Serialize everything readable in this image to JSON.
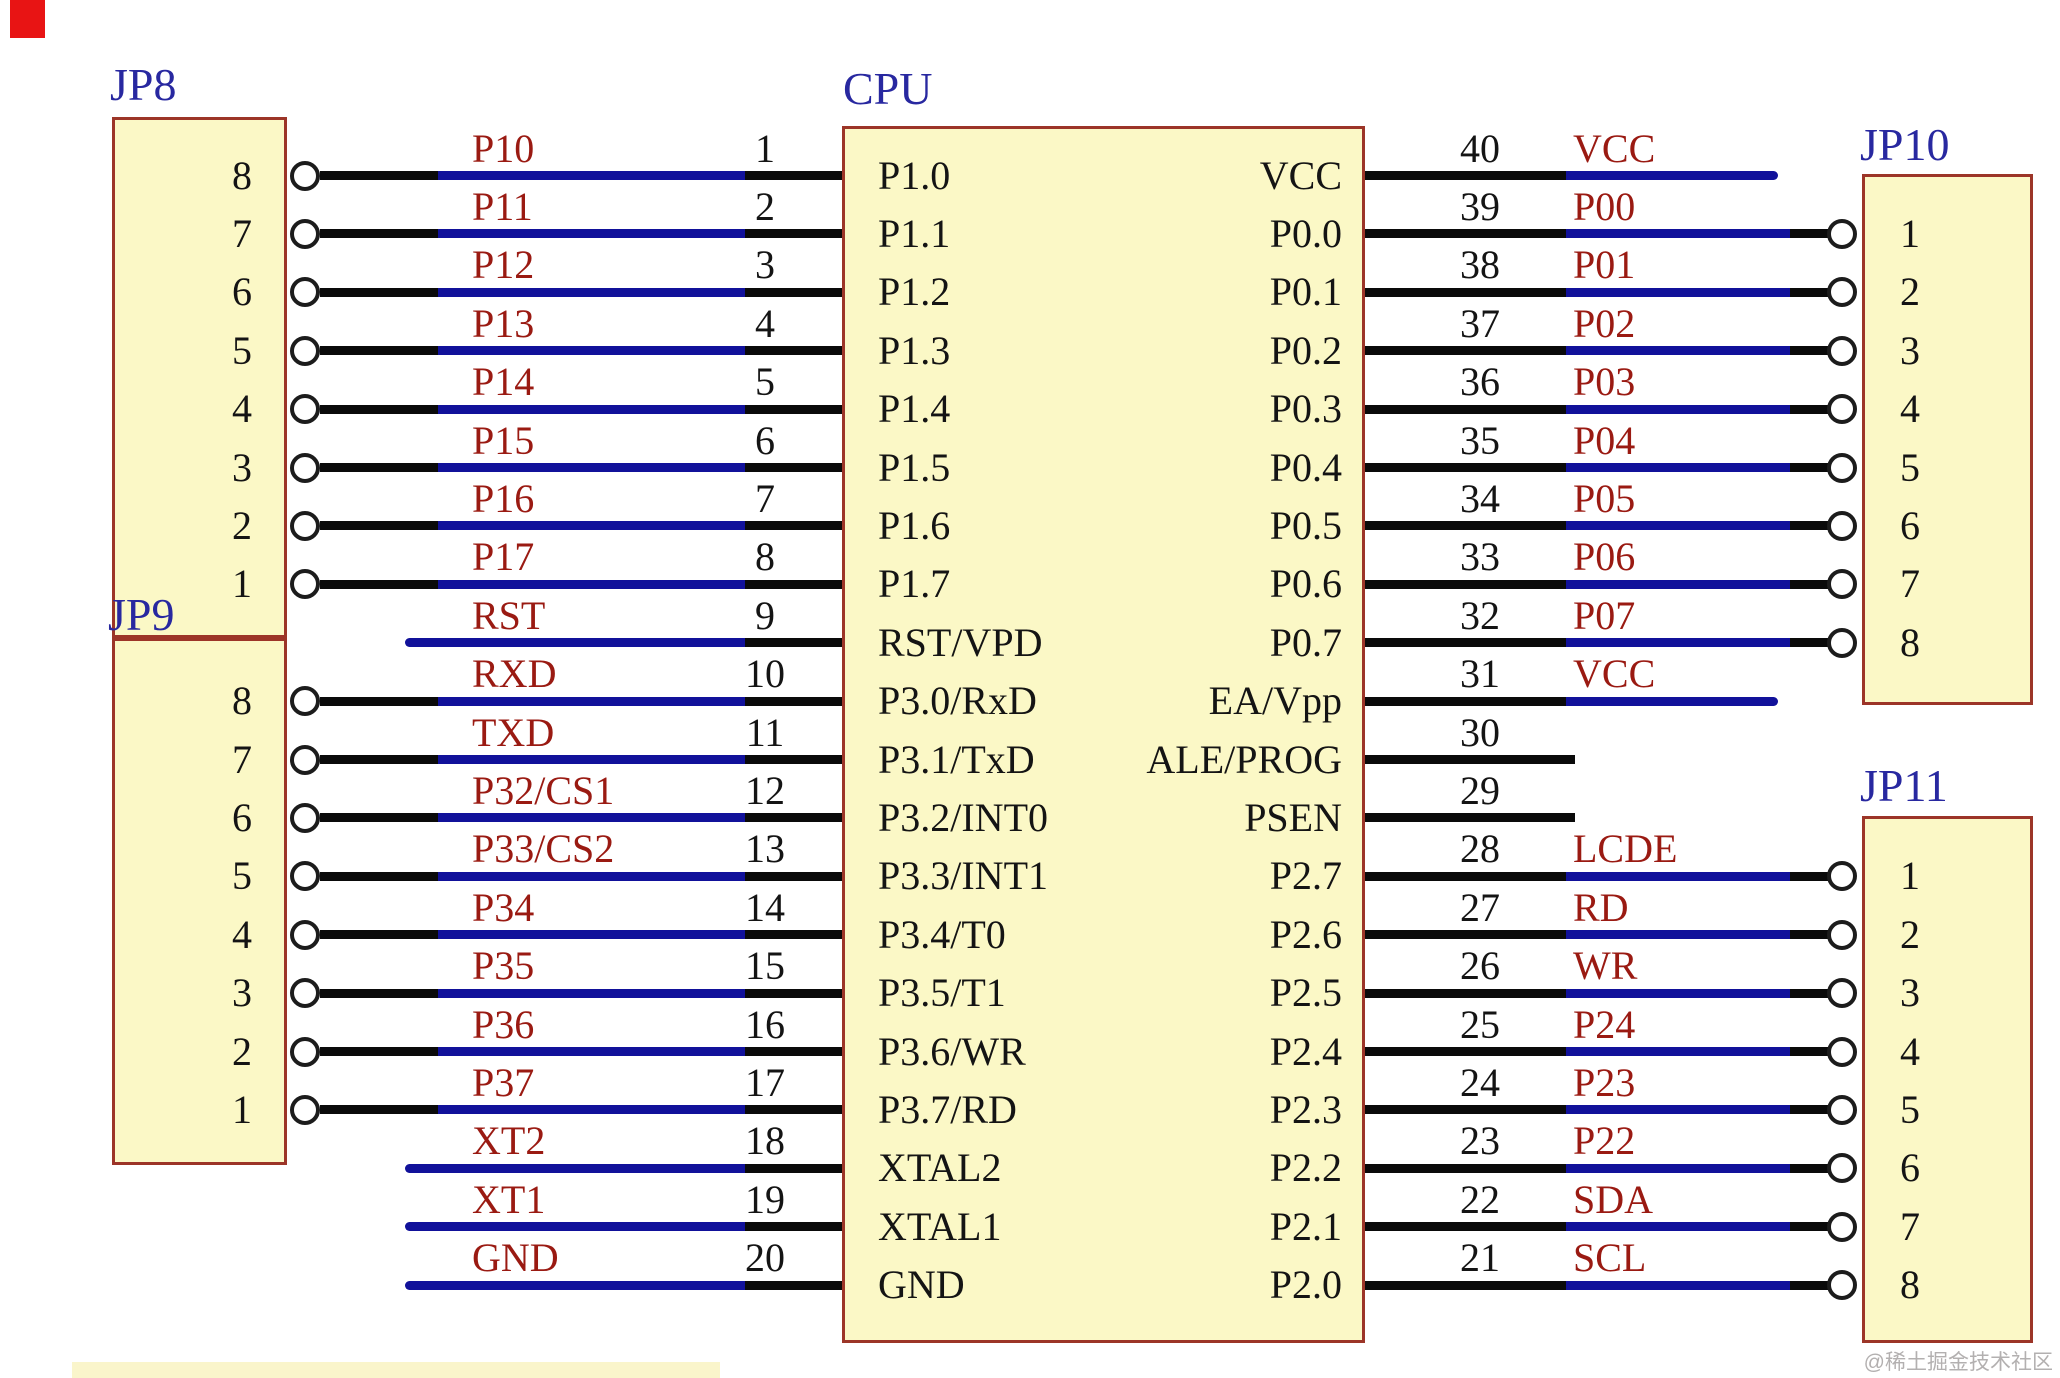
{
  "watermark": "@稀土掘金技术社区",
  "headers": {
    "jp8": {
      "title": "JP8"
    },
    "jp9": {
      "title": "JP9"
    },
    "jp10": {
      "title": "JP10"
    },
    "jp11": {
      "title": "JP11"
    }
  },
  "cpu": {
    "title": "CPU",
    "left_pins": [
      {
        "pin": 1,
        "label": "P1.0",
        "net": "P10",
        "header": "jp8",
        "header_pin": 8
      },
      {
        "pin": 2,
        "label": "P1.1",
        "net": "P11",
        "header": "jp8",
        "header_pin": 7
      },
      {
        "pin": 3,
        "label": "P1.2",
        "net": "P12",
        "header": "jp8",
        "header_pin": 6
      },
      {
        "pin": 4,
        "label": "P1.3",
        "net": "P13",
        "header": "jp8",
        "header_pin": 5
      },
      {
        "pin": 5,
        "label": "P1.4",
        "net": "P14",
        "header": "jp8",
        "header_pin": 4
      },
      {
        "pin": 6,
        "label": "P1.5",
        "net": "P15",
        "header": "jp8",
        "header_pin": 3
      },
      {
        "pin": 7,
        "label": "P1.6",
        "net": "P16",
        "header": "jp8",
        "header_pin": 2
      },
      {
        "pin": 8,
        "label": "P1.7",
        "net": "P17",
        "header": "jp8",
        "header_pin": 1
      },
      {
        "pin": 9,
        "label": "RST/VPD",
        "net": "RST",
        "stub": "long"
      },
      {
        "pin": 10,
        "label": "P3.0/RxD",
        "net": "RXD",
        "header": "jp9",
        "header_pin": 8
      },
      {
        "pin": 11,
        "label": "P3.1/TxD",
        "net": "TXD",
        "header": "jp9",
        "header_pin": 7
      },
      {
        "pin": 12,
        "label": "P3.2/INT0",
        "net": "P32/CS1",
        "header": "jp9",
        "header_pin": 6
      },
      {
        "pin": 13,
        "label": "P3.3/INT1",
        "net": "P33/CS2",
        "header": "jp9",
        "header_pin": 5
      },
      {
        "pin": 14,
        "label": "P3.4/T0",
        "net": "P34",
        "header": "jp9",
        "header_pin": 4
      },
      {
        "pin": 15,
        "label": "P3.5/T1",
        "net": "P35",
        "header": "jp9",
        "header_pin": 3
      },
      {
        "pin": 16,
        "label": "P3.6/WR",
        "net": "P36",
        "header": "jp9",
        "header_pin": 2
      },
      {
        "pin": 17,
        "label": "P3.7/RD",
        "net": "P37",
        "header": "jp9",
        "header_pin": 1
      },
      {
        "pin": 18,
        "label": "XTAL2",
        "net": "XT2",
        "stub": "long"
      },
      {
        "pin": 19,
        "label": "XTAL1",
        "net": "XT1",
        "stub": "long"
      },
      {
        "pin": 20,
        "label": "GND",
        "net": "GND",
        "stub": "long"
      }
    ],
    "right_pins": [
      {
        "pin": 40,
        "label": "VCC",
        "net": "VCC",
        "stub": "long"
      },
      {
        "pin": 39,
        "label": "P0.0",
        "net": "P00",
        "header": "jp10",
        "header_pin": 1
      },
      {
        "pin": 38,
        "label": "P0.1",
        "net": "P01",
        "header": "jp10",
        "header_pin": 2
      },
      {
        "pin": 37,
        "label": "P0.2",
        "net": "P02",
        "header": "jp10",
        "header_pin": 3
      },
      {
        "pin": 36,
        "label": "P0.3",
        "net": "P03",
        "header": "jp10",
        "header_pin": 4
      },
      {
        "pin": 35,
        "label": "P0.4",
        "net": "P04",
        "header": "jp10",
        "header_pin": 5
      },
      {
        "pin": 34,
        "label": "P0.5",
        "net": "P05",
        "header": "jp10",
        "header_pin": 6
      },
      {
        "pin": 33,
        "label": "P0.6",
        "net": "P06",
        "header": "jp10",
        "header_pin": 7
      },
      {
        "pin": 32,
        "label": "P0.7",
        "net": "P07",
        "header": "jp10",
        "header_pin": 8
      },
      {
        "pin": 31,
        "label": "EA/Vpp",
        "net": "VCC",
        "stub": "long"
      },
      {
        "pin": 30,
        "label": "ALE/PROG",
        "stub": "short"
      },
      {
        "pin": 29,
        "label": "PSEN",
        "stub": "short"
      },
      {
        "pin": 28,
        "label": "P2.7",
        "net": "LCDE",
        "header": "jp11",
        "header_pin": 1
      },
      {
        "pin": 27,
        "label": "P2.6",
        "net": "RD",
        "header": "jp11",
        "header_pin": 2
      },
      {
        "pin": 26,
        "label": "P2.5",
        "net": "WR",
        "header": "jp11",
        "header_pin": 3
      },
      {
        "pin": 25,
        "label": "P2.4",
        "net": "P24",
        "header": "jp11",
        "header_pin": 4
      },
      {
        "pin": 24,
        "label": "P2.3",
        "net": "P23",
        "header": "jp11",
        "header_pin": 5
      },
      {
        "pin": 23,
        "label": "P2.2",
        "net": "P22",
        "header": "jp11",
        "header_pin": 6
      },
      {
        "pin": 22,
        "label": "P2.1",
        "net": "SDA",
        "header": "jp11",
        "header_pin": 7
      },
      {
        "pin": 21,
        "label": "P2.0",
        "net": "SCL",
        "header": "jp11",
        "header_pin": 8
      }
    ]
  },
  "colors": {
    "wire_blue": "#11119a",
    "wire_black": "#0a0a0a",
    "net_red": "#9a1a12",
    "title_blue": "#2828a0",
    "box_fill": "#fbf8c6",
    "box_border": "#9c3528"
  }
}
